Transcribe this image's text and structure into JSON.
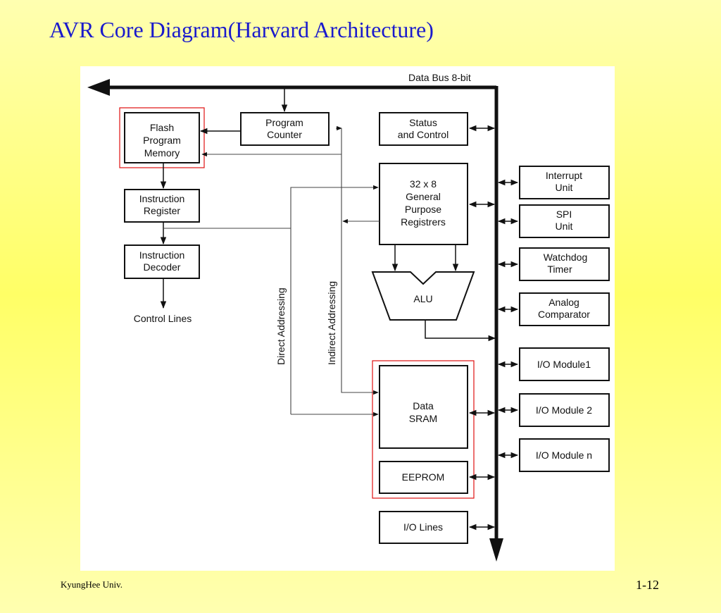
{
  "slide": {
    "title": "AVR Core Diagram(Harvard Architecture)",
    "footer_left": "KyungHee Univ.",
    "page_number": "1-12"
  },
  "diagram": {
    "bus_label": "Data Bus 8-bit",
    "blocks": {
      "flash": [
        "Flash",
        "Program",
        "Memory"
      ],
      "program_counter": [
        "Program",
        "Counter"
      ],
      "status_control": [
        "Status",
        "and Control"
      ],
      "instruction_register": [
        "Instruction",
        "Register"
      ],
      "instruction_decoder": [
        "Instruction",
        "Decoder"
      ],
      "control_lines": "Control Lines",
      "gpr": [
        "32 x 8",
        "General",
        "Purpose",
        "Registrers"
      ],
      "alu": "ALU",
      "data_sram": [
        "Data",
        "SRAM"
      ],
      "eeprom": "EEPROM",
      "io_lines": "I/O Lines",
      "interrupt": [
        "Interrupt",
        "Unit"
      ],
      "spi": [
        "SPI",
        "Unit"
      ],
      "watchdog": [
        "Watchdog",
        "Timer"
      ],
      "analog": [
        "Analog",
        "Comparator"
      ],
      "io_module1": "I/O Module1",
      "io_module2": "I/O Module 2",
      "io_module_n": "I/O Module n"
    },
    "labels": {
      "direct_addressing": "Direct Addressing",
      "indirect_addressing": "Indirect Addressing"
    },
    "colors": {
      "highlight": "#e01010",
      "line": "#111111",
      "background": "#ffffff"
    }
  }
}
